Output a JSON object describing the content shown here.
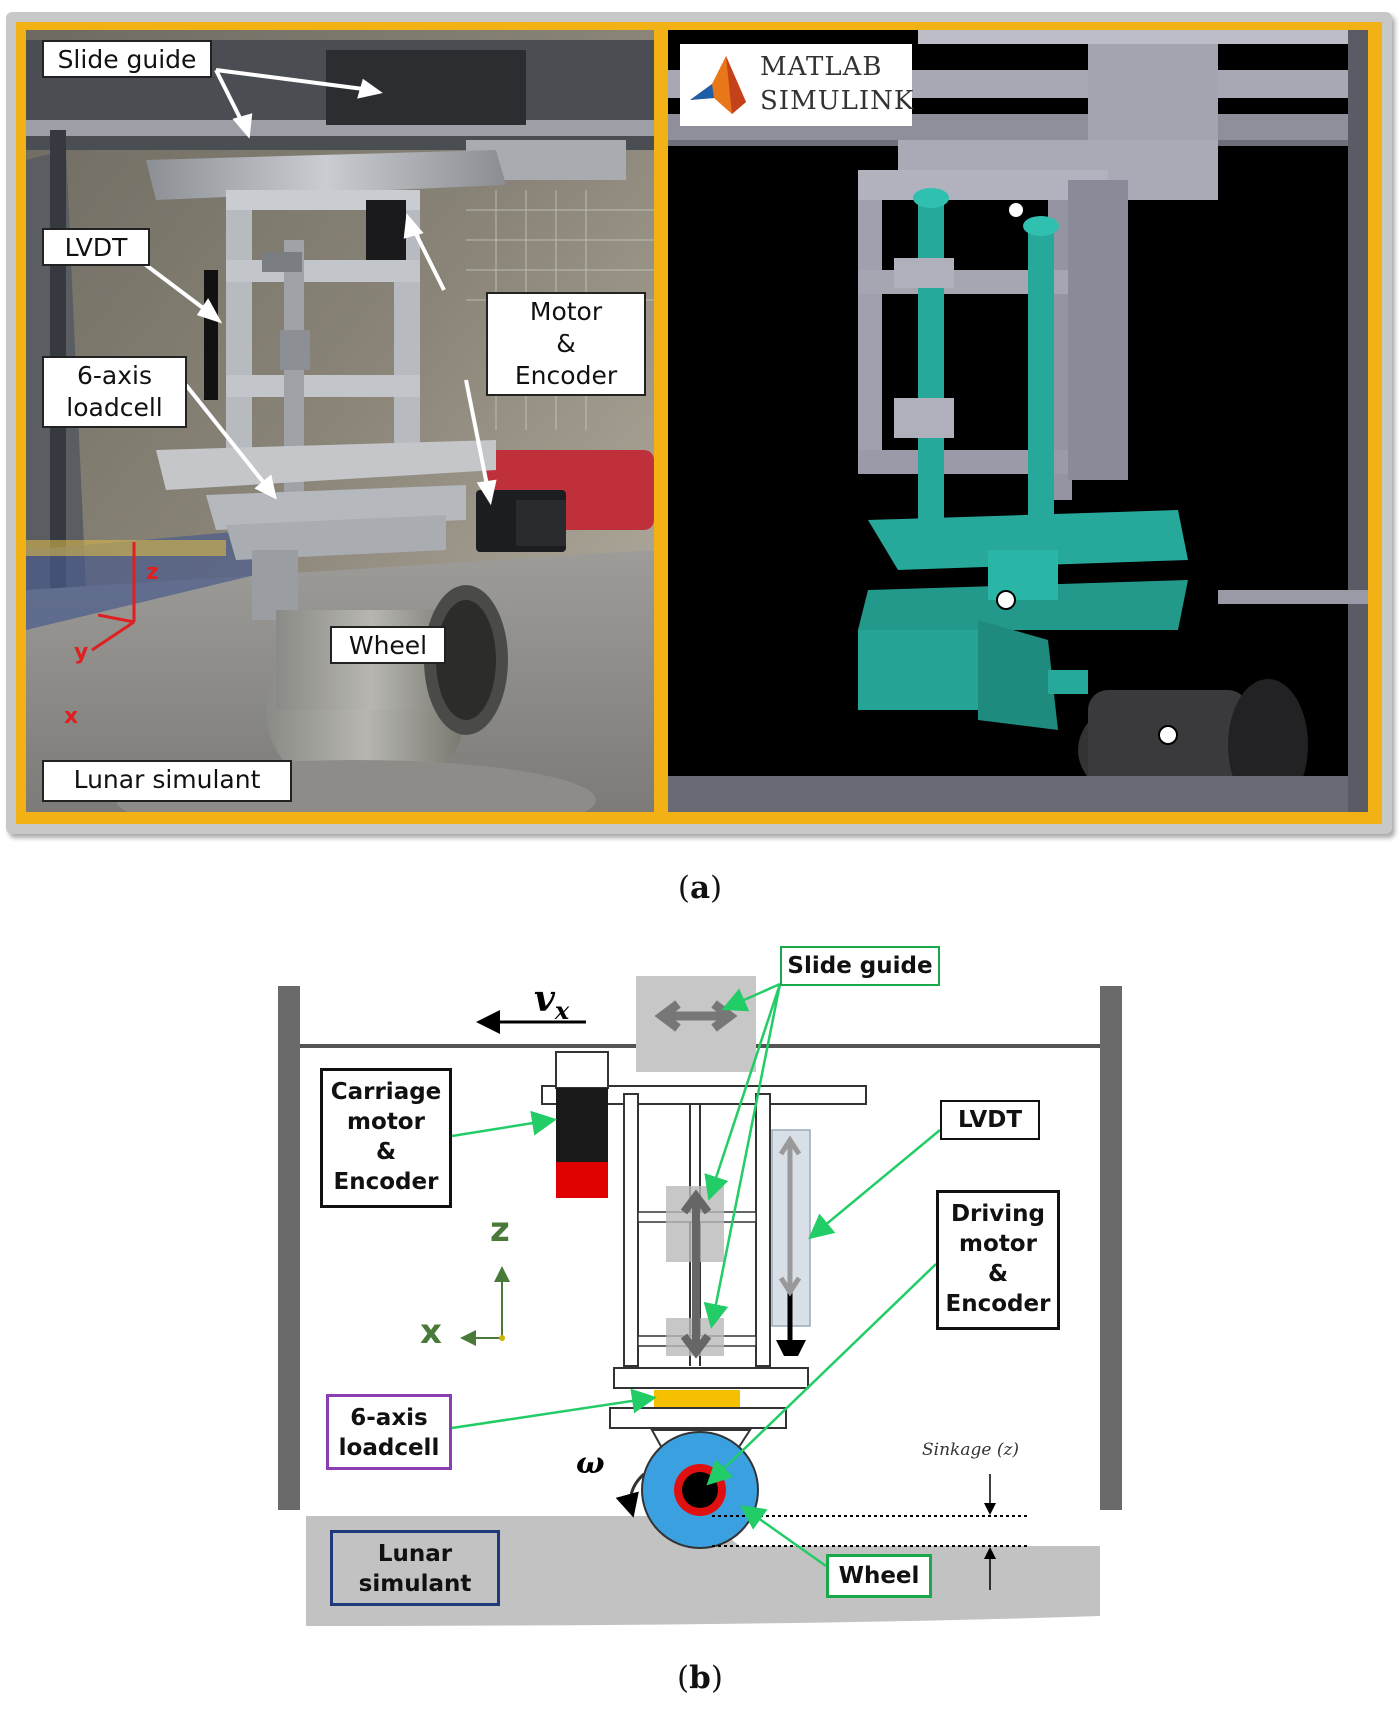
{
  "panel_a": {
    "photo_labels": {
      "slide_guide": "Slide guide",
      "lvdt": "LVDT",
      "loadcell": "6-axis\nloadcell",
      "motor_encoder": "Motor\n&\nEncoder",
      "wheel": "Wheel",
      "lunar_simulant": "Lunar simulant",
      "axis_z": "z",
      "axis_y": "y",
      "axis_x": "x"
    },
    "logo": {
      "line1": "MATLAB",
      "line2": "SIMULINK"
    },
    "caption_letter": "a"
  },
  "panel_b": {
    "velocity_label": "v",
    "velocity_sub": "x",
    "slide_guide": "Slide guide",
    "carriage_motor": "Carriage\nmotor\n&\nEncoder",
    "lvdt": "LVDT",
    "driving_motor": "Driving\nmotor\n&\nEncoder",
    "axis_z": "z",
    "axis_x": "x",
    "loadcell": "6-axis\nloadcell",
    "omega": "ω",
    "sinkage": "Sinkage (z)",
    "lunar_simulant": "Lunar\nsimulant",
    "wheel": "Wheel",
    "caption_letter": "b"
  },
  "colors": {
    "frame_gold": "#f2b114",
    "sim_teal": "#26a89a",
    "sim_gray": "#9a9aaa",
    "arrow_green": "#22cc66",
    "wheel_blue": "#3aa0e0",
    "wheel_red": "#e01010",
    "loadcell_yellow": "#f5c000",
    "lunar_gray": "#c0c0c0",
    "box_red": "#e02020",
    "box_purple": "#8a3fb0",
    "box_navy": "#1f3a7a",
    "box_green": "#19a84a"
  }
}
